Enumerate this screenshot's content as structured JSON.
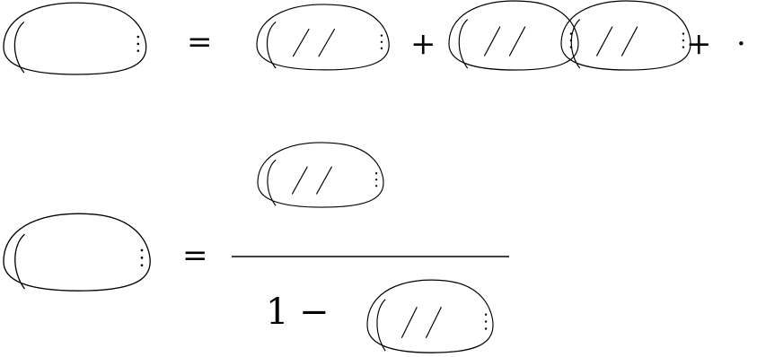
{
  "equation_1": {
    "equals": "=",
    "plus_1": "+",
    "plus_2": "+",
    "trailing": "·"
  },
  "equation_2": {
    "equals": "=",
    "one": "1",
    "minus": "−"
  },
  "colors": {
    "ink": "#000000",
    "background": "#ffffff"
  },
  "shapes": {
    "full_propagator": "blob-with-arc-and-dots",
    "irreducible_kernel": "blob-with-arc-hatch-and-dots"
  }
}
